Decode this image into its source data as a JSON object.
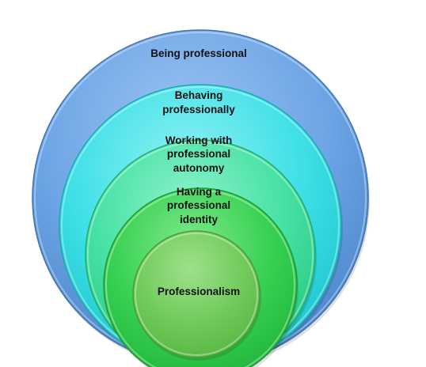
{
  "diagram": {
    "layers": [
      {
        "name": "being-professional",
        "lines": [
          "Being professional"
        ],
        "colors": {
          "light": "#9cc3f2",
          "mid": "#6fa6e6",
          "dark": "#4a84c8",
          "edge": "#3f74b3"
        }
      },
      {
        "name": "behaving-professionally",
        "lines": [
          "Behaving",
          "professionally"
        ],
        "colors": {
          "light": "#8ff1f4",
          "mid": "#3fe0e6",
          "dark": "#1cc3cc",
          "edge": "#17aab2"
        }
      },
      {
        "name": "working-with-professional-autonomy",
        "lines": [
          "Working with",
          "professional",
          "autonomy"
        ],
        "colors": {
          "light": "#8ff2cc",
          "mid": "#47e1a5",
          "dark": "#25c67f",
          "edge": "#1fae6e"
        }
      },
      {
        "name": "having-a-professional-identity",
        "lines": [
          "Having a",
          "professional",
          "identity"
        ],
        "colors": {
          "light": "#7fe88d",
          "mid": "#38d152",
          "dark": "#20b43a",
          "edge": "#1b9c32"
        }
      },
      {
        "name": "professionalism",
        "lines": [
          "Professionalism"
        ],
        "colors": {
          "light": "#9fe08c",
          "mid": "#72cc5c",
          "dark": "#58b544",
          "edge": "#4a9e38"
        }
      }
    ]
  }
}
